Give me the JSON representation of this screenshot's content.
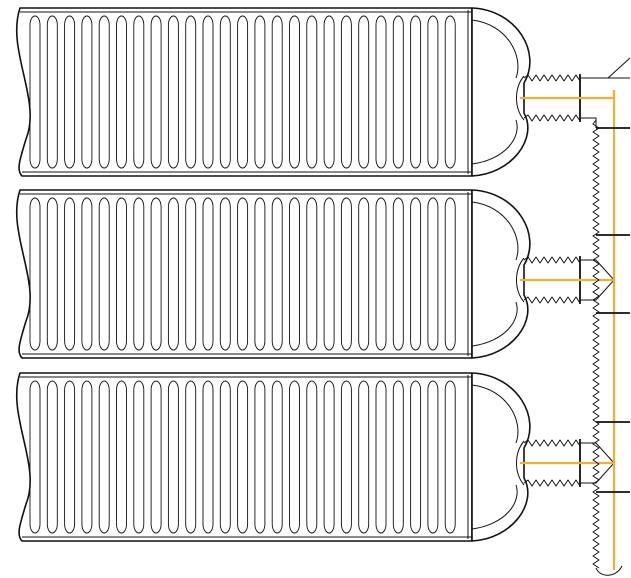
{
  "title": "",
  "colors": {
    "line": "#111111",
    "background": "#ffffff",
    "centerline": "#f0b030"
  },
  "diagram": {
    "description_items": [
      {
        "id": "cartridge-top"
      },
      {
        "id": "cartridge-middle"
      },
      {
        "id": "cartridge-bottom"
      }
    ]
  }
}
